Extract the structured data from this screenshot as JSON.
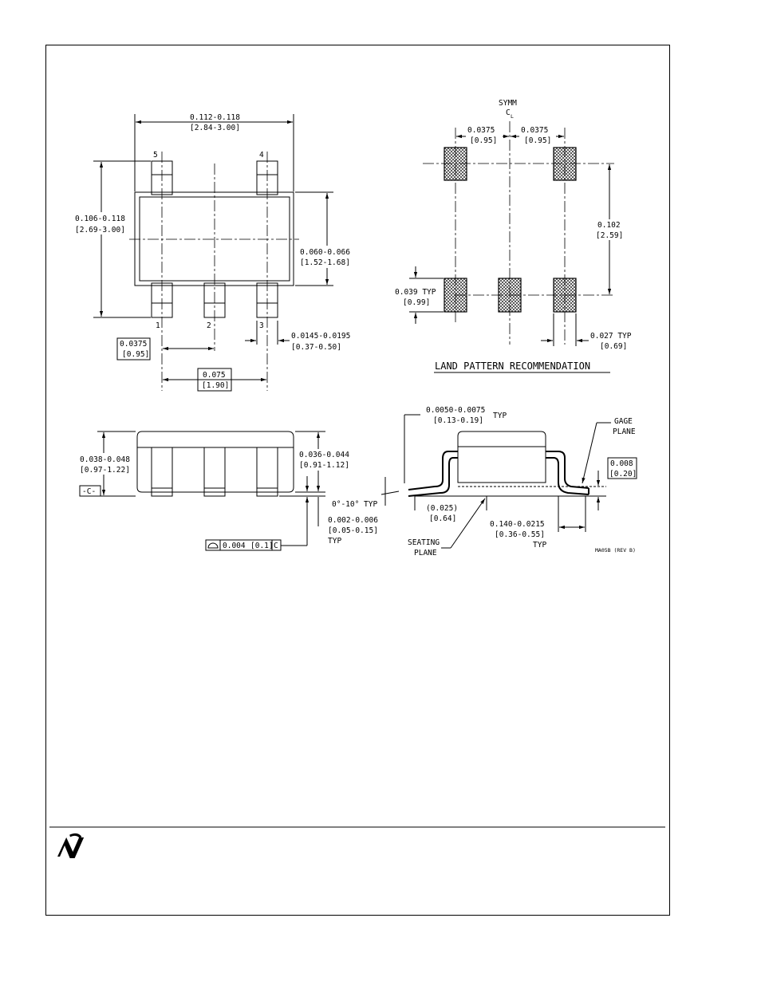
{
  "top_view": {
    "overall_width": "0.112-0.118",
    "overall_width_mm": "[2.84-3.00]",
    "overall_length": "0.106-0.118",
    "overall_length_mm": "[2.69-3.00]",
    "body_width": "0.060-0.066",
    "body_width_mm": "[1.52-1.68]",
    "pin_pitch": "0.0375",
    "pin_pitch_mm": "[0.95]",
    "pin_span": "0.075",
    "pin_span_mm": "[1.90]",
    "lead_width": "0.0145-0.0195",
    "lead_width_mm": "[0.37-0.50]",
    "pin_labels": [
      "5",
      "4",
      "1",
      "2",
      "3"
    ]
  },
  "land_pattern": {
    "symm_label": "SYMM",
    "cl_label": "C",
    "cl_sub": "L",
    "pitch_left": "0.0375",
    "pitch_left_mm": "[0.95]",
    "pitch_right": "0.0375",
    "pitch_right_mm": "[0.95]",
    "row_spacing": "0.102",
    "row_spacing_mm": "[2.59]",
    "pad_length": "0.039 TYP",
    "pad_length_mm": "[0.99]",
    "pad_width": "0.027 TYP",
    "pad_width_mm": "[0.69]",
    "title": "LAND PATTERN RECOMMENDATION"
  },
  "side_view": {
    "height": "0.038-0.048",
    "height_mm": "[0.97-1.22]",
    "datum": "-C-",
    "body_height": "0.036-0.044",
    "body_height_mm": "[0.91-1.12]",
    "standoff": "0.002-0.006",
    "standoff_mm": "[0.05-0.15]",
    "standoff_typ": "TYP",
    "flatness_value": "0.004",
    "flatness_mm": "[0.1]",
    "flatness_datum": "C"
  },
  "lead_detail": {
    "lead_thickness": "0.0050-0.0075",
    "lead_thickness_mm": "[0.13-0.19]",
    "lead_thickness_typ": "TYP",
    "gage_plane_1": "GAGE",
    "gage_plane_2": "PLANE",
    "gage_value": "0.008",
    "gage_value_mm": "[0.20]",
    "angle": "0°-10° TYP",
    "foot_ref": "(0.025)",
    "foot_ref_mm": "[0.64]",
    "foot_length": "0.140-0.0215",
    "foot_length_mm": "[0.36-0.55]",
    "foot_length_typ": "TYP",
    "seating_1": "SEATING",
    "seating_2": "PLANE",
    "drawing_id": "MA05B (REV B)"
  }
}
